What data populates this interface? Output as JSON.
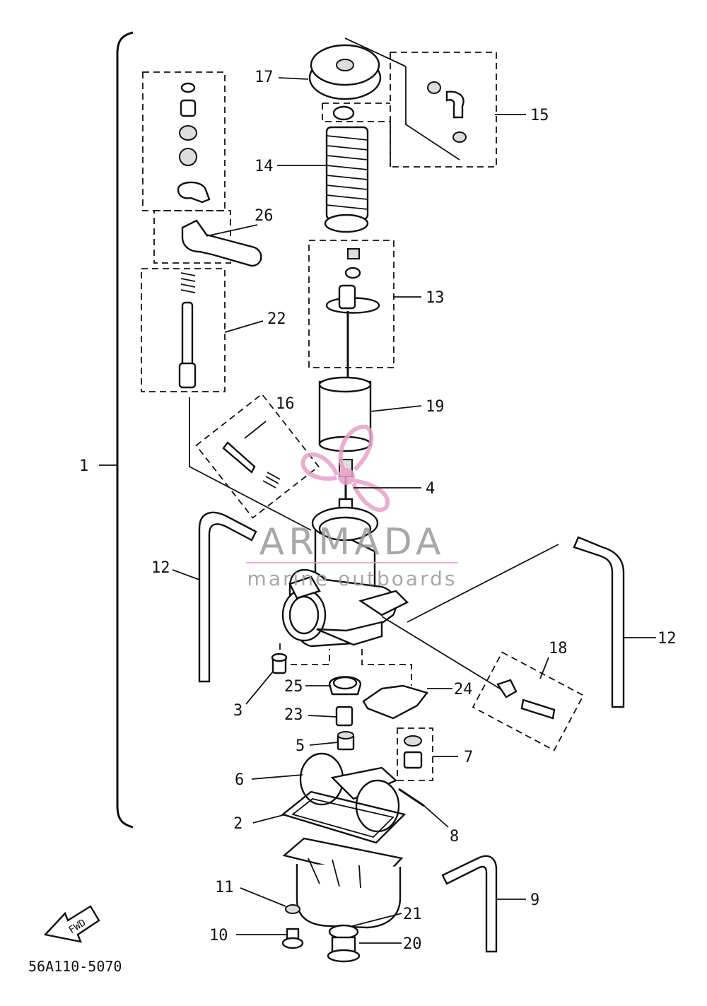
{
  "diagram": {
    "catalog_code": "56A110-5070",
    "fwd_arrow_text": "FWD",
    "watermark": {
      "brand": "ARMADA",
      "tagline": "marine outboards",
      "logo_color": "#e8a0c8"
    },
    "callouts": [
      "1",
      "2",
      "3",
      "4",
      "5",
      "6",
      "7",
      "8",
      "9",
      "10",
      "11",
      "12",
      "12",
      "13",
      "14",
      "15",
      "16",
      "17",
      "18",
      "19",
      "20",
      "21",
      "22",
      "23",
      "24",
      "25",
      "26"
    ]
  }
}
